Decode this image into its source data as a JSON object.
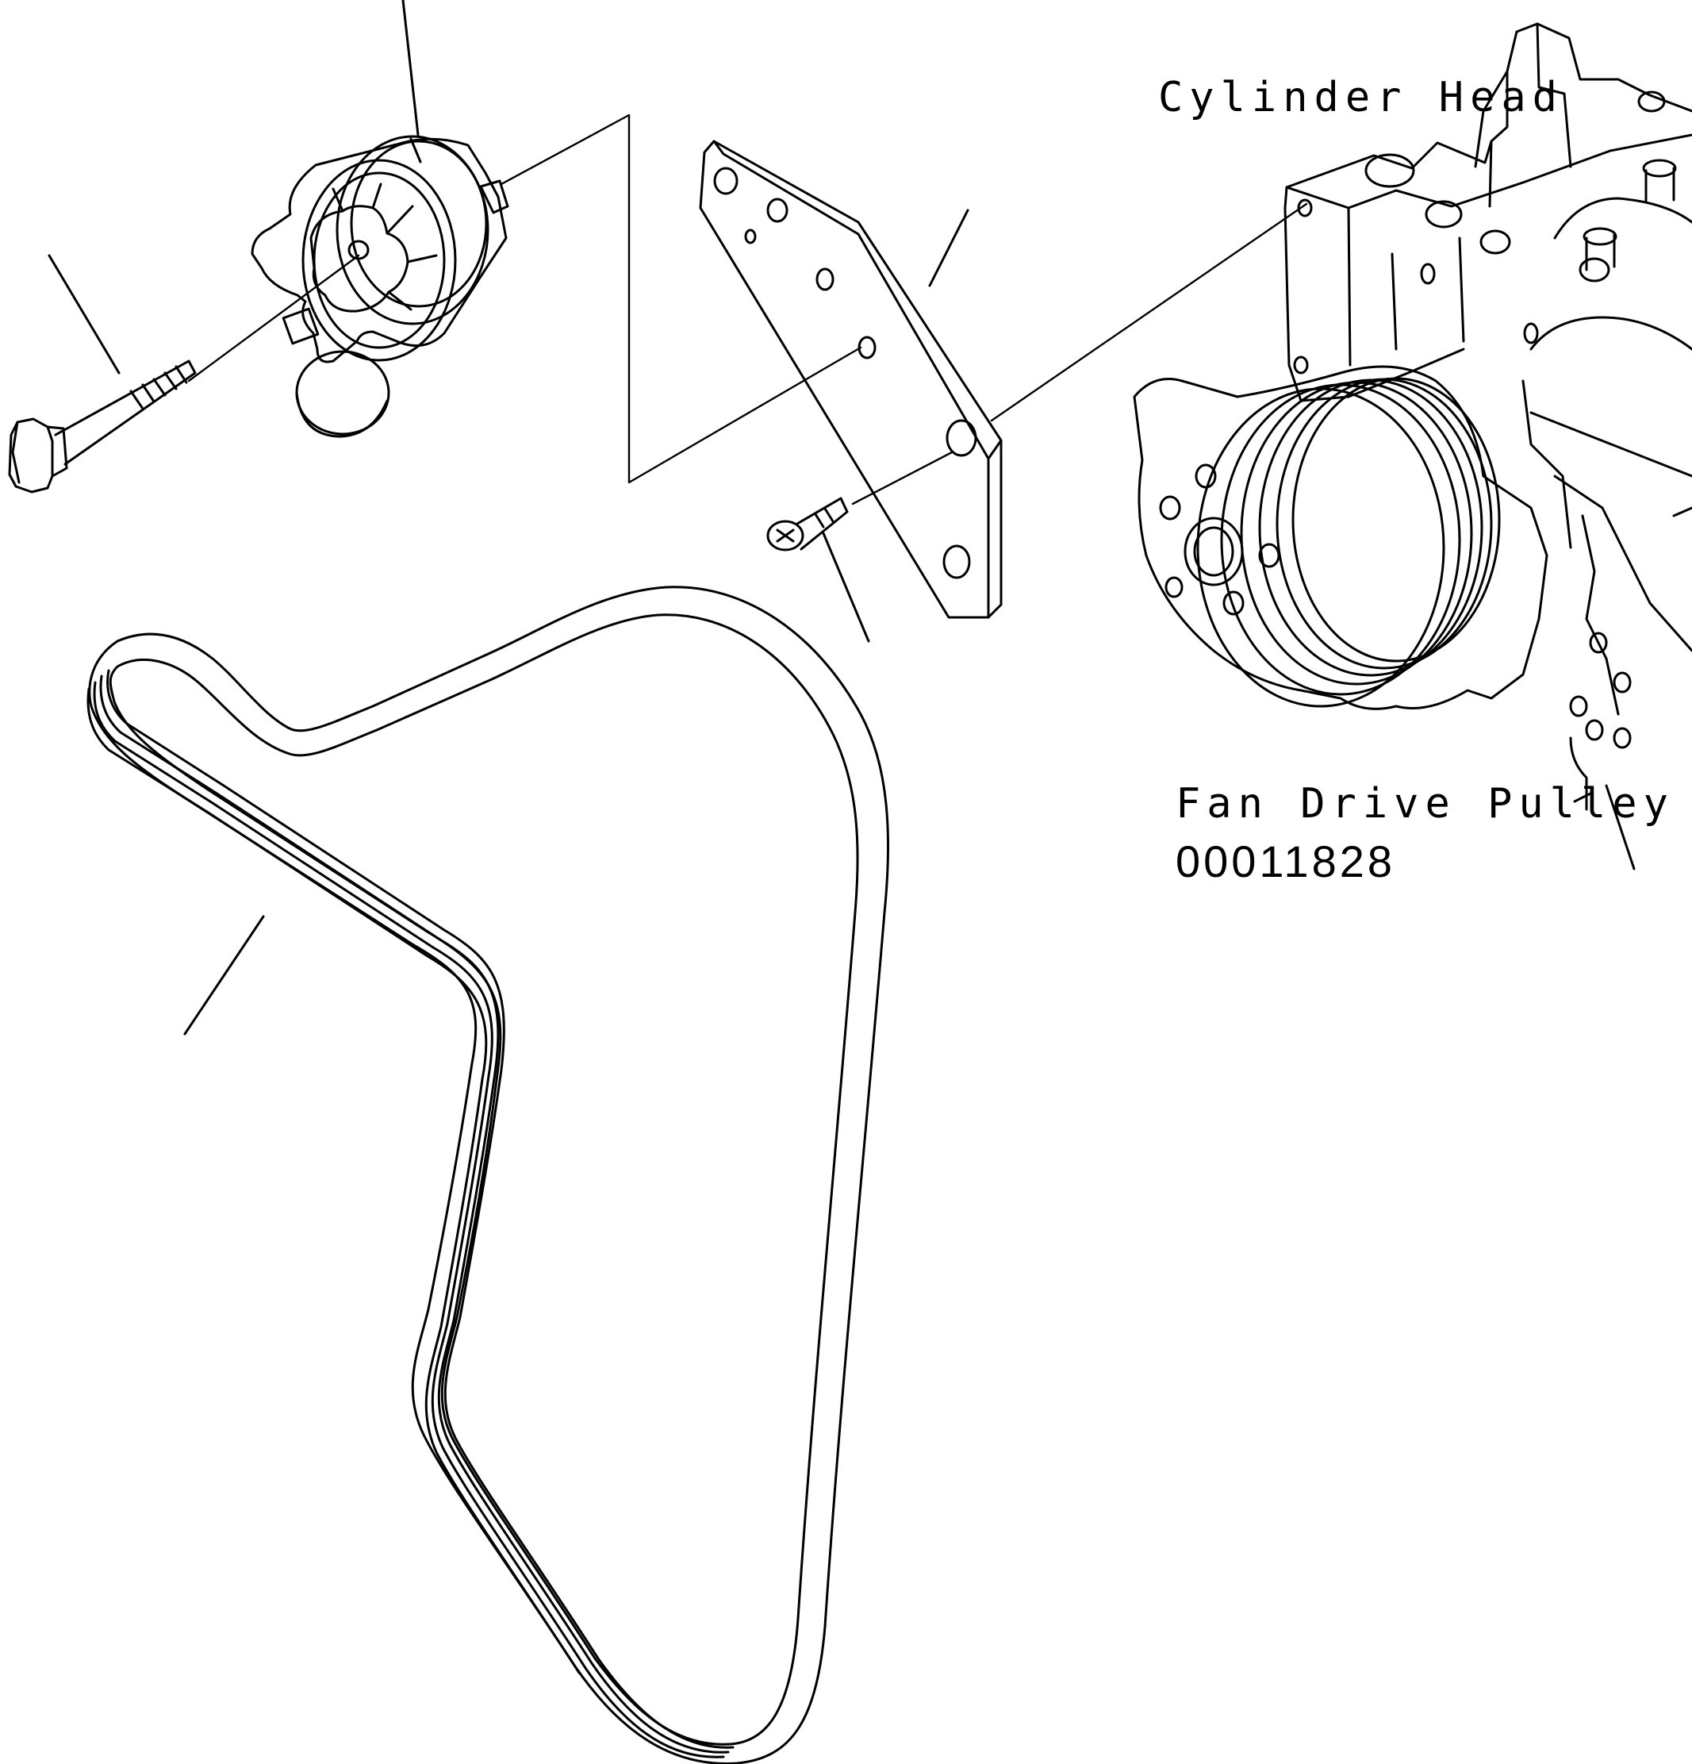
{
  "labels": {
    "cylinder_head": "Cylinder Head",
    "fan_drive_pulley": "Fan Drive Pulley",
    "drawing_number": "00011828"
  }
}
